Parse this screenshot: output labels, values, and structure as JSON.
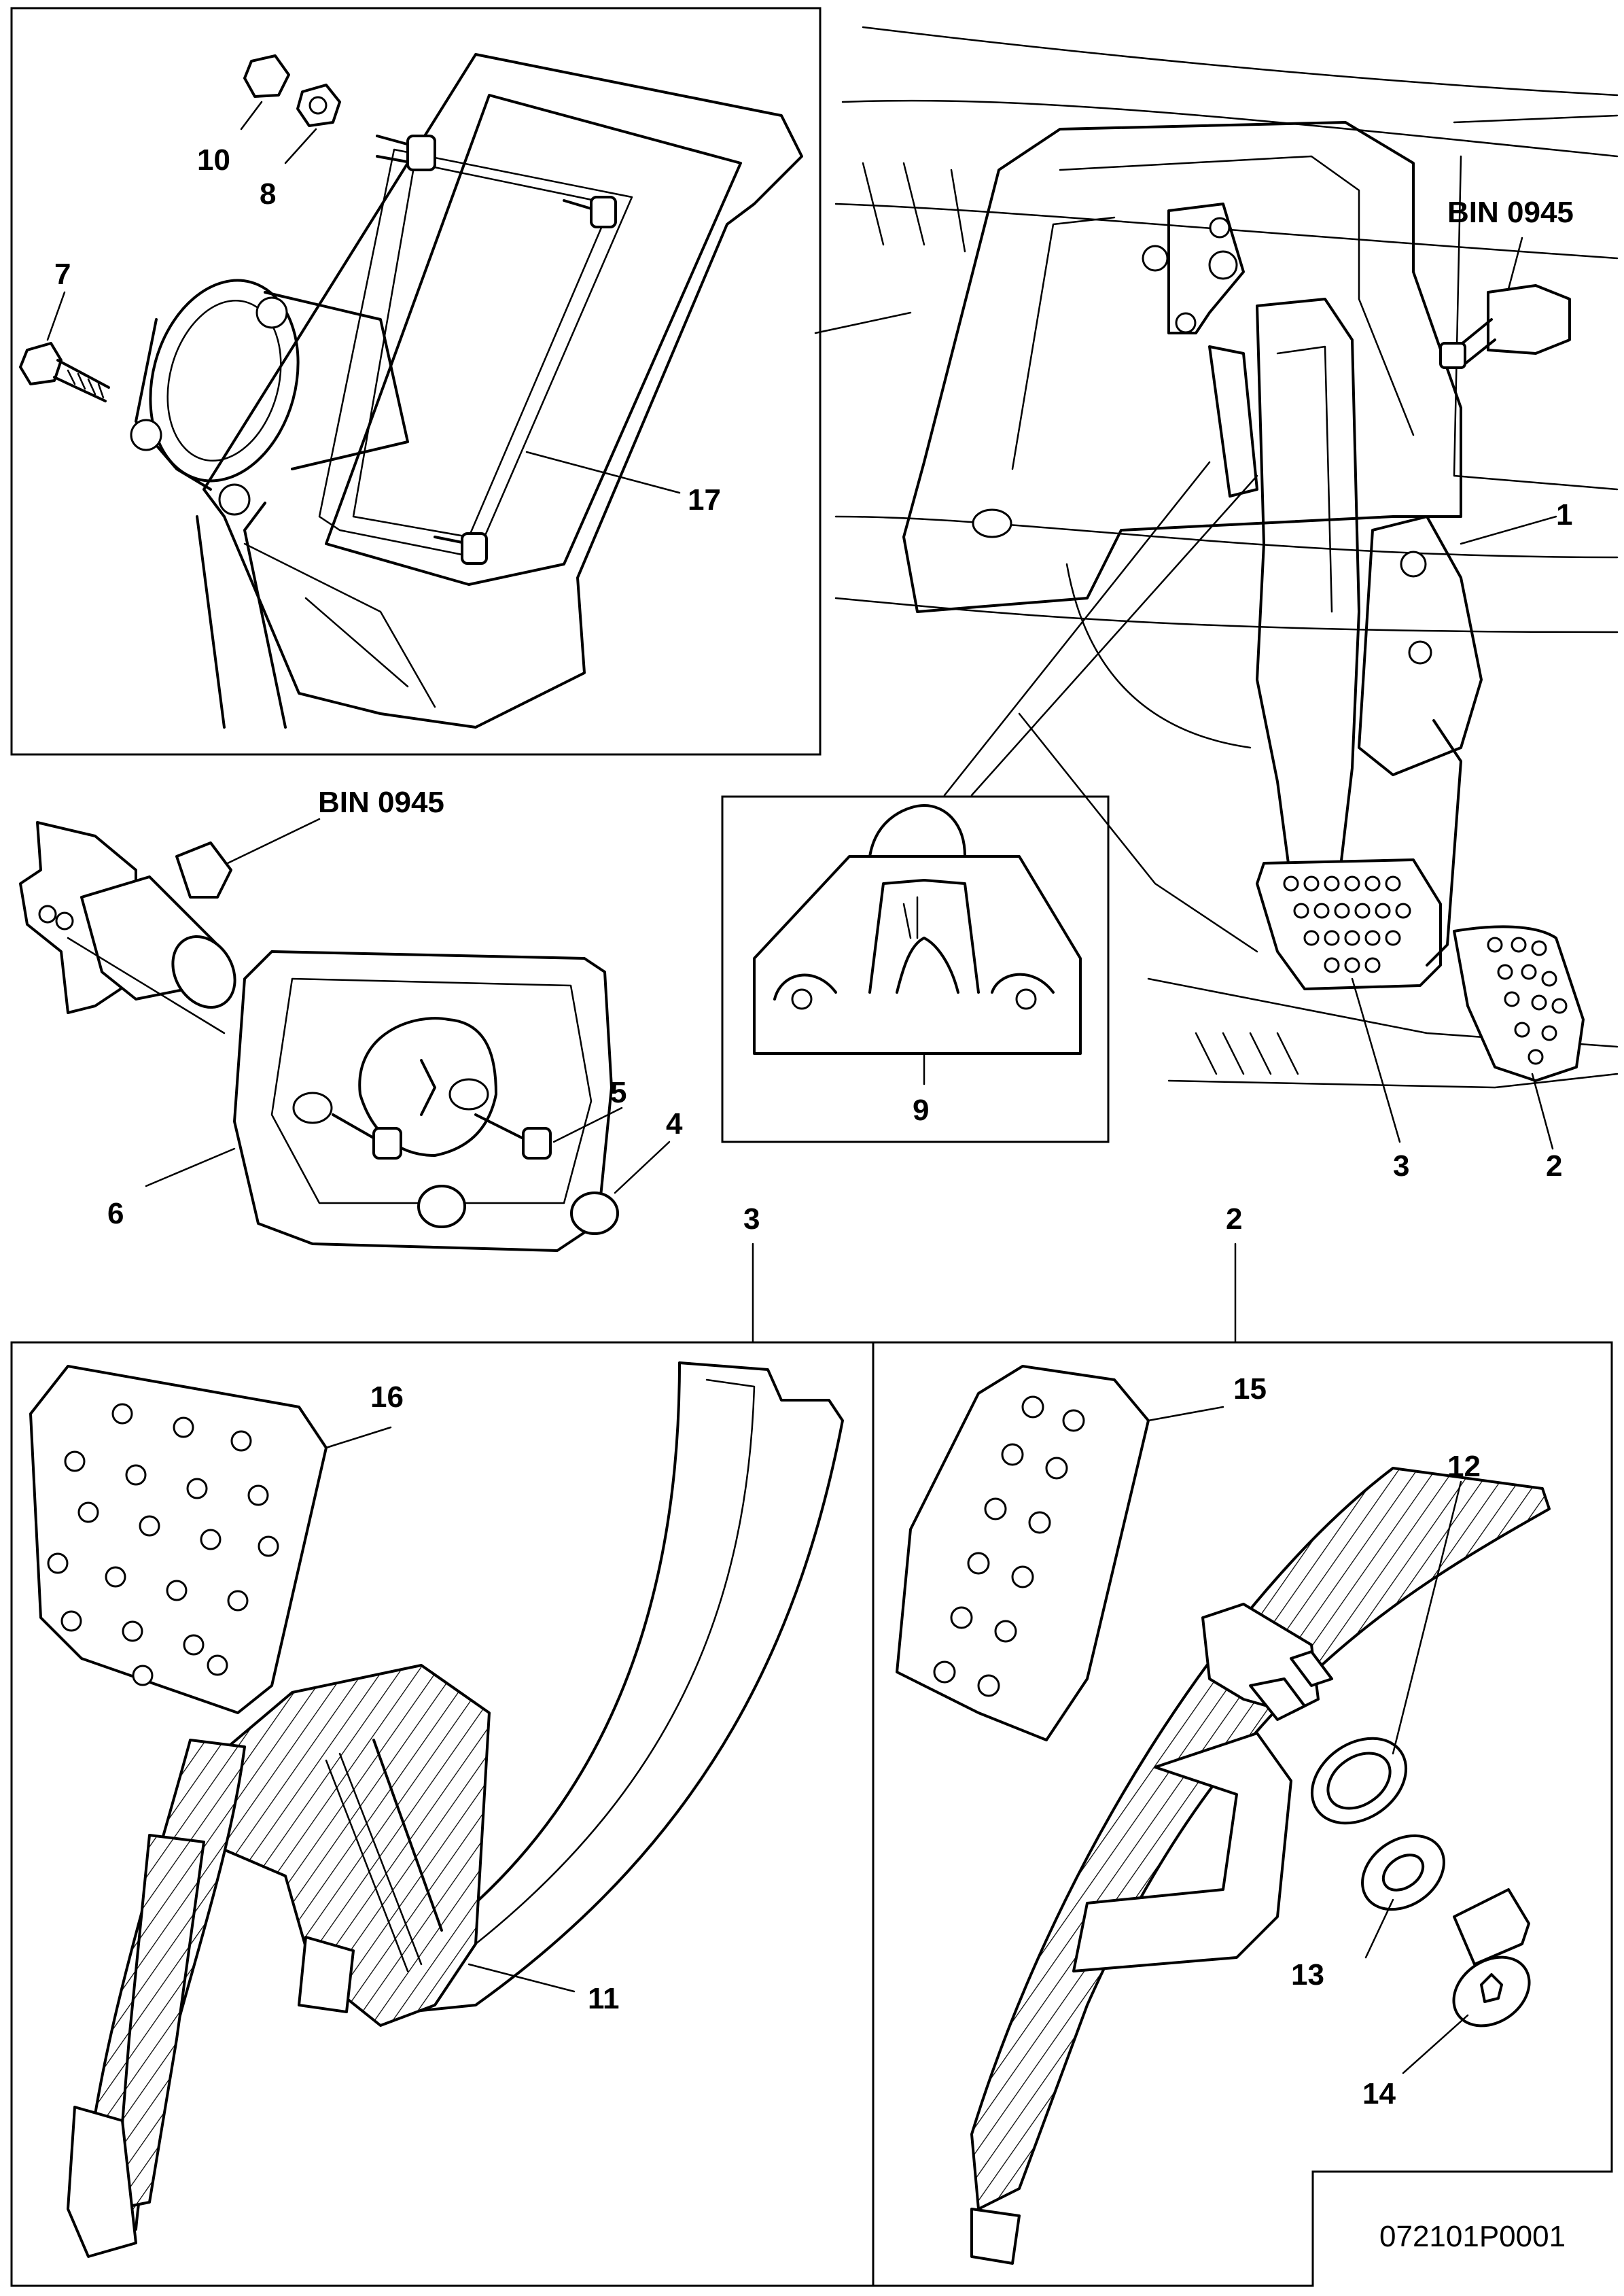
{
  "drawing_number": "072101P0001",
  "callouts": {
    "c1": "1",
    "c2a": "2",
    "c2b": "2",
    "c3a": "3",
    "c3b": "3",
    "c4": "4",
    "c5": "5",
    "c6": "6",
    "c7": "7",
    "c8": "8",
    "c9": "9",
    "c10": "10",
    "c11": "11",
    "c12": "12",
    "c13": "13",
    "c14": "14",
    "c15": "15",
    "c16": "16",
    "c17": "17"
  },
  "bin_labels": {
    "top_right": "BIN 0945",
    "left": "BIN 0945"
  }
}
